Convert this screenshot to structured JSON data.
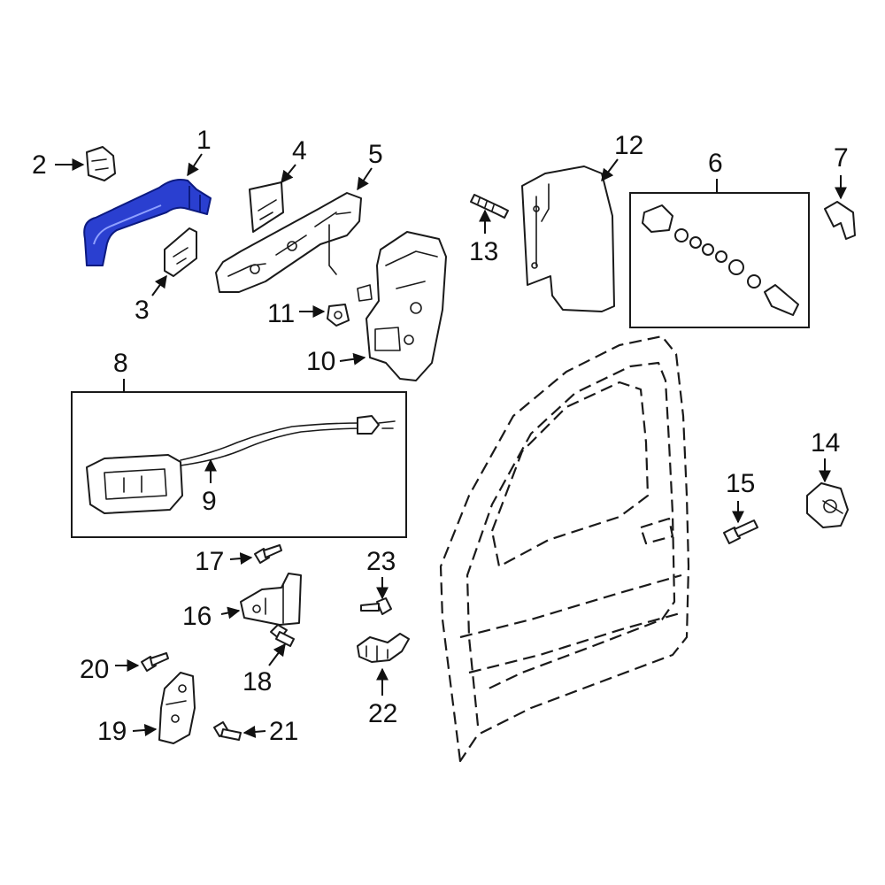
{
  "diagram": {
    "highlight_color": "#2a3fd0",
    "outline_color": "#1a1a1a",
    "highlighted_part": "1",
    "callouts": {
      "c1": "1",
      "c2": "2",
      "c3": "3",
      "c4": "4",
      "c5": "5",
      "c6": "6",
      "c7": "7",
      "c8": "8",
      "c9": "9",
      "c10": "10",
      "c11": "11",
      "c12": "12",
      "c13": "13",
      "c14": "14",
      "c15": "15",
      "c16": "16",
      "c17": "17",
      "c18": "18",
      "c19": "19",
      "c20": "20",
      "c21": "21",
      "c22": "22",
      "c23": "23"
    }
  }
}
